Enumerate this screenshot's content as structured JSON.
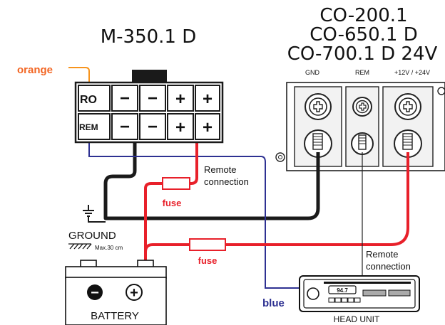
{
  "diagram": {
    "left_amp_model": "M-350.1 D",
    "right_amp_models": [
      "CO-200.1",
      "CO-650.1 D",
      "CO-700.1 D 24V"
    ],
    "terminal_labels": {
      "gnd": "GND",
      "rem": "REM",
      "power": "+12V / +24V"
    },
    "connector": {
      "row1": [
        "RO",
        "−",
        "−",
        "+",
        "+"
      ],
      "row2": [
        "REM",
        "−",
        "−",
        "+",
        "+"
      ]
    },
    "wire_labels": {
      "orange": "orange",
      "blue": "blue"
    },
    "fuse_label_1": "fuse",
    "fuse_label_2": "fuse",
    "remote_connection_1": [
      "Remote",
      "connection"
    ],
    "remote_connection_2": [
      "Remote",
      "connection"
    ],
    "ground_label": "GROUND",
    "max_length_label": "Max.30 cm",
    "battery_label": "BATTERY",
    "battery_minus": "−",
    "battery_plus": "+",
    "head_unit_label": "HEAD UNIT",
    "head_unit_display": "94.7",
    "colors": {
      "red_wire": "#e8202a",
      "blue_wire": "#2e3192",
      "black_wire": "#1a1a1a",
      "orange_wire": "#f7941d",
      "orange_text": "#f26522",
      "fuse_text": "#e8202a",
      "blue_text": "#2e3192"
    }
  }
}
